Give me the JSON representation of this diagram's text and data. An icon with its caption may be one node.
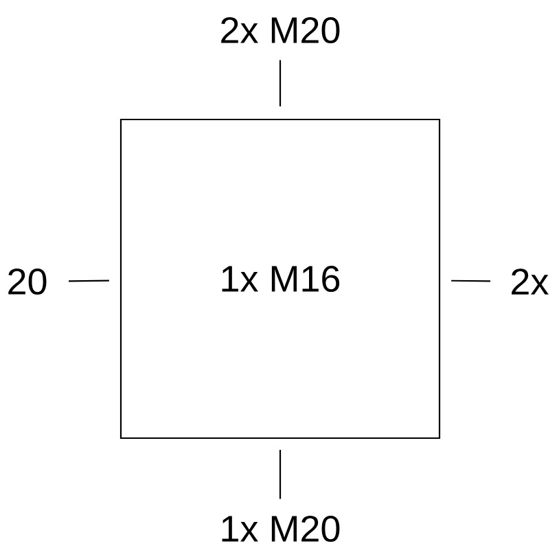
{
  "diagram": {
    "nodes": [
      {
        "text": [
          "1x M16"
        ]
      },
      {
        "text": [
          "2x M20"
        ]
      },
      {
        "text": [
          "20"
        ]
      },
      {
        "text": [
          "2x"
        ]
      },
      {
        "text": [
          "1x M20"
        ]
      }
    ],
    "edges": [
      {
        "from": 1,
        "to": 0,
        "arrow": "none"
      },
      {
        "from": 2,
        "to": 0,
        "arrow": "none"
      },
      {
        "from": 3,
        "to": 0,
        "arrow": "none"
      },
      {
        "from": 4,
        "to": 0,
        "arrow": "none"
      }
    ]
  }
}
